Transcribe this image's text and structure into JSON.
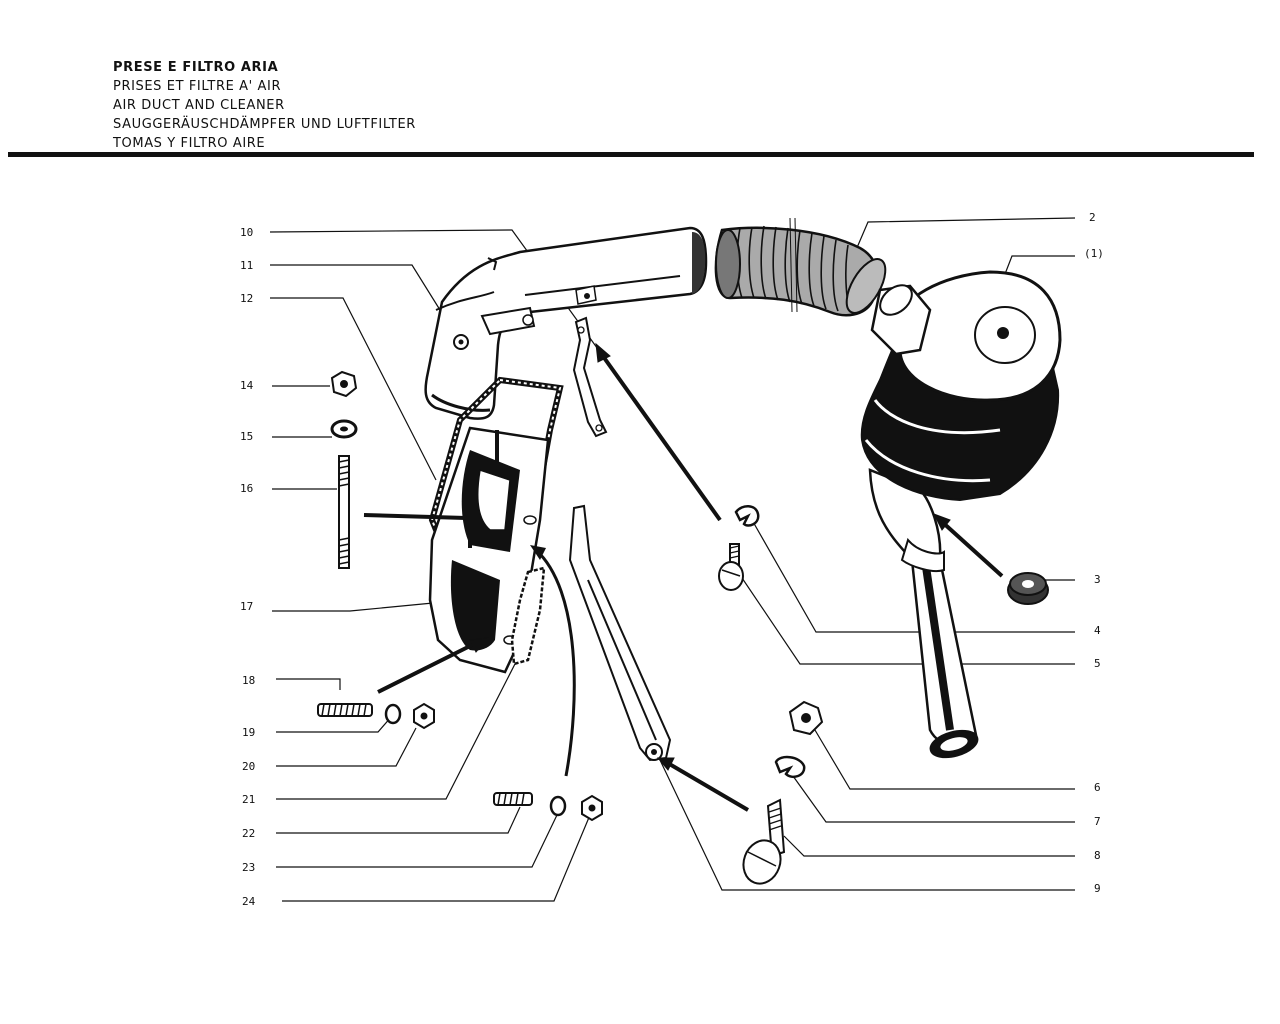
{
  "title": {
    "lines": [
      "PRESE E FILTRO ARIA",
      "PRISES ET FILTRE A' AIR",
      "AIR DUCT AND CLEANER",
      "SAUGGERÄUSCHDÄMPFER UND LUFTFILTER",
      "TOMAS Y FILTRO AIRE"
    ]
  },
  "callouts": {
    "c10": "10",
    "c11": "11",
    "c12": "12",
    "c14": "14",
    "c15": "15",
    "c16": "16",
    "c17": "17",
    "c18": "18",
    "c19": "19",
    "c20": "20",
    "c21": "21",
    "c22": "22",
    "c23": "23",
    "c24": "24",
    "c2": "2",
    "c1": "(1)",
    "c3": "3",
    "c4": "4",
    "c5": "5",
    "c6": "6",
    "c7": "7",
    "c8": "8",
    "c9": "9"
  }
}
